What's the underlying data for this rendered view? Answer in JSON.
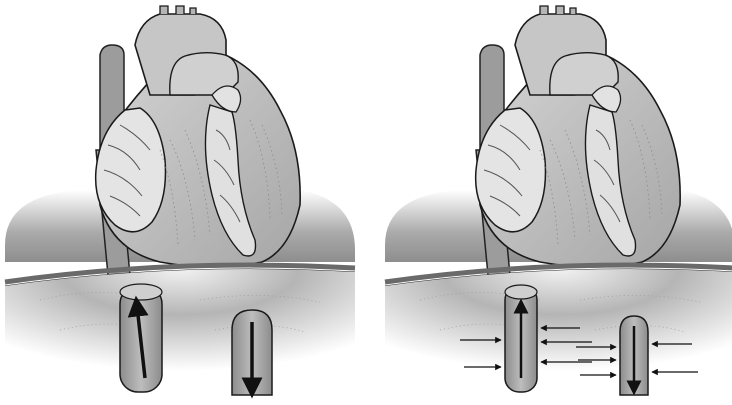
{
  "figure": {
    "panels": [
      {
        "name": "left-panel",
        "vessels": [
          {
            "name": "upward-vessel",
            "flow": "up"
          },
          {
            "name": "downward-vessel",
            "flow": "down"
          }
        ],
        "compression_arrows": 0
      },
      {
        "name": "right-panel",
        "vessels": [
          {
            "name": "upward-vessel",
            "flow": "up"
          },
          {
            "name": "downward-vessel",
            "flow": "down"
          }
        ],
        "compression_arrows": 10
      }
    ],
    "colors": {
      "heart_fill": "#c9c9c9",
      "heart_shadow": "#9e9e9e",
      "atrium_fill": "#e3e3e3",
      "diaphragm_dark": "#7a7a7a",
      "diaphragm_light": "#e6e6e6",
      "vessel_fill": "#a8a8a8",
      "outline": "#1a1a1a"
    }
  }
}
